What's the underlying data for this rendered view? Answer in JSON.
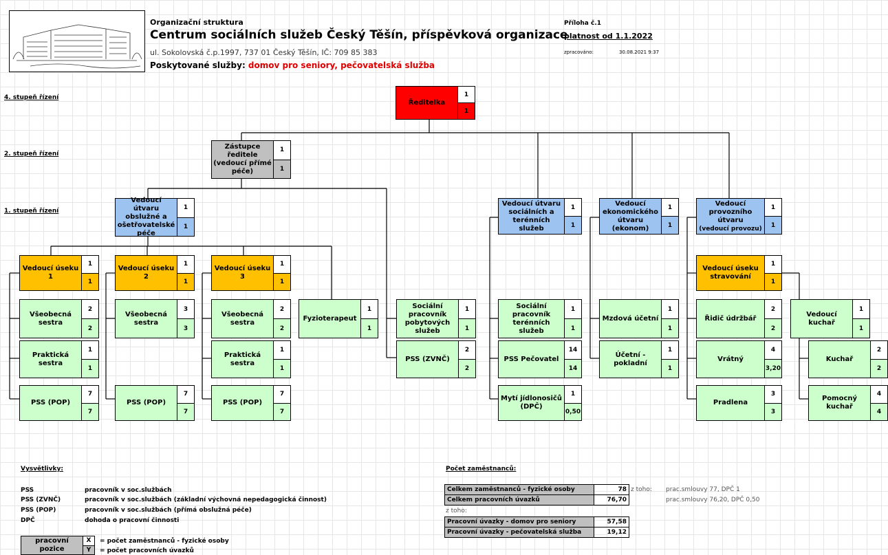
{
  "header": {
    "line1": "Organizační struktura",
    "title": "Centrum sociálních služeb Český Těšín, příspěvková organizace",
    "address": "ul. Sokolovská č.p.1997, 737 01 Český Těšín, IČ: 709 85 383",
    "services_label": "Poskytované služby: ",
    "services_value": "domov pro seniory, pečovatelská služba",
    "annex": "Příloha č.1",
    "validity": "platnost od 1.1.2022",
    "processed_label": "zpracováno:",
    "processed_date": "30.08.2021 9:37"
  },
  "levels": {
    "l4": "4. stupeň řízení",
    "l2": "2. stupeň řízení",
    "l1": "1. stupeň řízení"
  },
  "boxes": {
    "director": {
      "label": "Ředitelka",
      "x": "1",
      "y": "1"
    },
    "deputy": {
      "label": "Zástupce ředitele (vedoucí přímé péče)",
      "x": "1",
      "y": "1"
    },
    "care": {
      "label": "Vedoucí útvaru obslužné a ošetřovatelské péče",
      "x": "1",
      "y": "1"
    },
    "social": {
      "label": "Vedoucí útvaru sociálních a terénních služeb",
      "x": "1",
      "y": "1"
    },
    "econ": {
      "label": "Vedoucí ekonomického útvaru (ekonom)",
      "x": "1",
      "y": "1"
    },
    "oper": {
      "label": "Vedoucí provozního útvaru",
      "sub": "(vedoucí provozu)",
      "x": "1",
      "y": "1"
    },
    "s1": {
      "label": "Vedoucí úseku 1",
      "x": "1",
      "y": "1"
    },
    "s2": {
      "label": "Vedoucí úseku 2",
      "x": "1",
      "y": "1"
    },
    "s3": {
      "label": "Vedoucí úseku 3",
      "x": "1",
      "y": "1"
    },
    "nurse1": {
      "label": "Všeobecná sestra",
      "x": "2",
      "y": "2"
    },
    "nurse2": {
      "label": "Všeobecná sestra",
      "x": "3",
      "y": "3"
    },
    "nurse3": {
      "label": "Všeobecná sestra",
      "x": "2",
      "y": "2"
    },
    "prac1": {
      "label": "Praktická sestra",
      "x": "1",
      "y": "1"
    },
    "prac3": {
      "label": "Praktická sestra",
      "x": "1",
      "y": "1"
    },
    "pop1": {
      "label": "PSS (POP)",
      "x": "7",
      "y": "7"
    },
    "pop2": {
      "label": "PSS (POP)",
      "x": "7",
      "y": "7"
    },
    "pop3": {
      "label": "PSS (POP)",
      "x": "7",
      "y": "7"
    },
    "physio": {
      "label": "Fyzioterapeut",
      "x": "1",
      "y": "1"
    },
    "socres": {
      "label": "Sociální pracovník pobytových služeb",
      "x": "1",
      "y": "1"
    },
    "zvnc": {
      "label": "PSS (ZVNČ)",
      "x": "2",
      "y": "2"
    },
    "socfield": {
      "label": "Sociální pracovník terénních služeb",
      "x": "1",
      "y": "1"
    },
    "carer": {
      "label": "PSS Pečovatel",
      "x": "14",
      "y": "14"
    },
    "dish": {
      "label": "Mytí jídlonosičů (DPČ)",
      "x": "1",
      "y": "0,50"
    },
    "payroll": {
      "label": "Mzdová účetní",
      "x": "1",
      "y": "1"
    },
    "cashier": {
      "label": "Účetní - pokladní",
      "x": "1",
      "y": "1"
    },
    "catering": {
      "label": "Vedoucí úseku stravování",
      "x": "1",
      "y": "1"
    },
    "driver": {
      "label": "Řidič údržbář",
      "x": "2",
      "y": "2"
    },
    "porter": {
      "label": "Vrátný",
      "x": "4",
      "y": "3,20"
    },
    "laundry": {
      "label": "Pradlena",
      "x": "3",
      "y": "3"
    },
    "headcook": {
      "label": "Vedoucí kuchař",
      "x": "1",
      "y": "1"
    },
    "cook": {
      "label": "Kuchař",
      "x": "2",
      "y": "2"
    },
    "helpcook": {
      "label": "Pomocný kuchař",
      "x": "4",
      "y": "4"
    }
  },
  "legend": {
    "title": "Vysvětlivky:",
    "items": [
      {
        "abbr": "PSS",
        "desc": "pracovník v soc.službách"
      },
      {
        "abbr": "PSS (ZVNČ)",
        "desc": "pracovník v soc.službách (základní výchovná nepedagogická činnost)"
      },
      {
        "abbr": "PSS (POP)",
        "desc": "pracovník v soc.službách (přímá obslužná péče)"
      },
      {
        "abbr": "DPČ",
        "desc": "dohoda o pracovní činnosti"
      }
    ],
    "position_label": "pracovní pozice",
    "x": "X",
    "y": "Y",
    "x_desc": "= počet zaměstnanců - fyzické osoby",
    "y_desc": "= počet pracovních úvazků"
  },
  "stats": {
    "title": "Počet zaměstnanců:",
    "total_persons_label": "Celkem zaměstnanců - fyzické osoby",
    "total_persons": "78",
    "of_which": "z toho:",
    "persons_note": "prac.smlouvy 77, DPČ 1",
    "total_fte_label": "Celkem pracovních úvazků",
    "total_fte": "76,70",
    "fte_note": "prac.smlouvy 76,20, DPČ 0,50",
    "of_which2": "z toho:",
    "home_label": "Pracovní úvazky - domov pro seniory",
    "home": "57,58",
    "care_label": "Pracovní úvazky - pečovatelská služba",
    "care": "19,12"
  }
}
